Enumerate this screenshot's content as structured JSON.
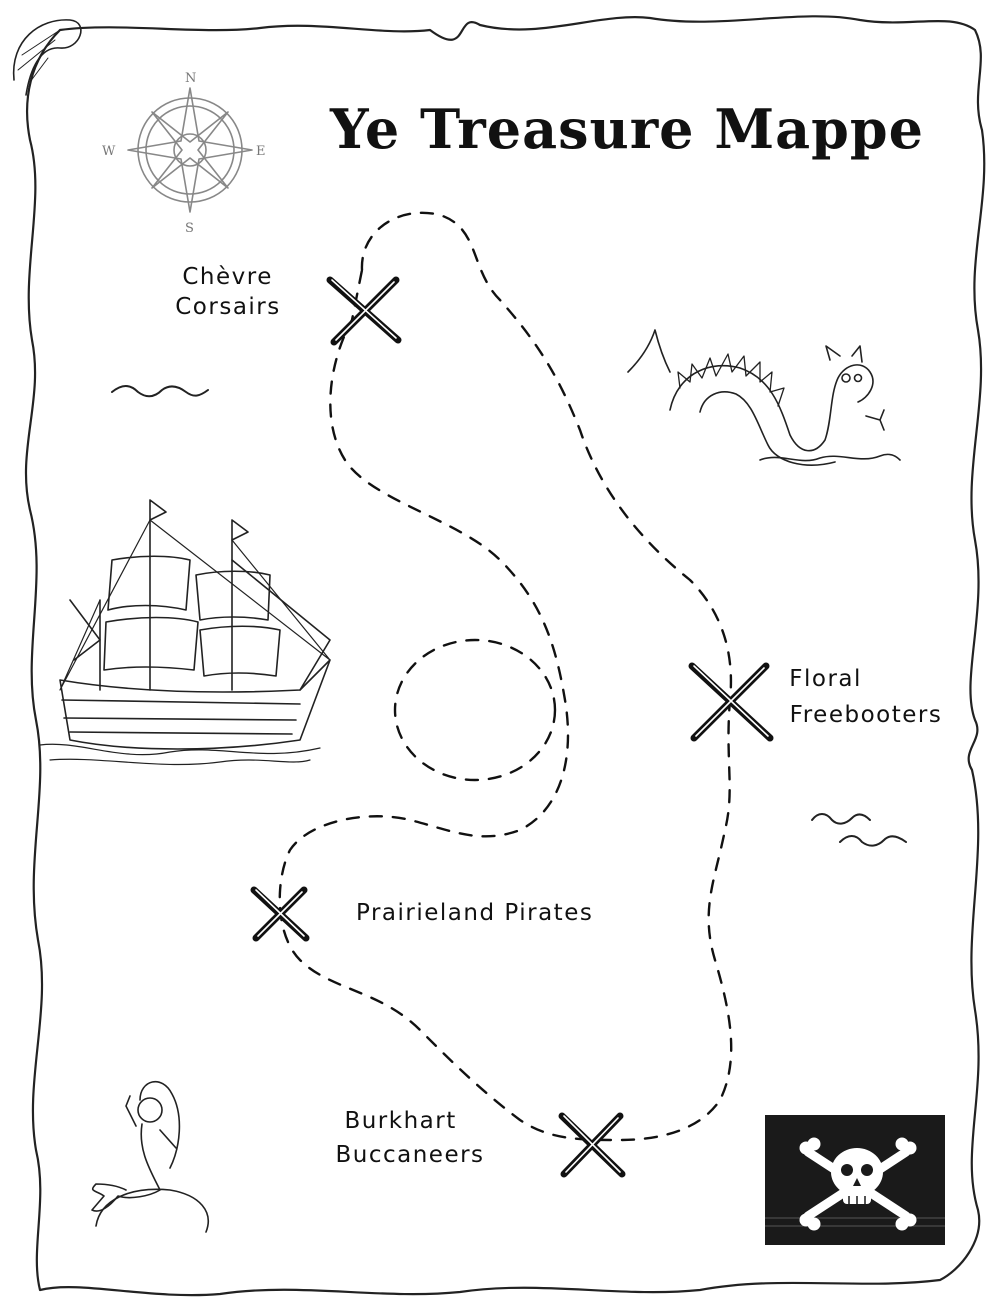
{
  "title": "Ye Treasure Mappe",
  "compass": {
    "n": "N",
    "s": "S",
    "e": "E",
    "w": "W"
  },
  "locations": [
    {
      "id": "chevre",
      "lines": [
        "Chèvre",
        "Corsairs"
      ]
    },
    {
      "id": "floral",
      "lines": [
        "Floral",
        "Freebooters"
      ]
    },
    {
      "id": "prairieland",
      "lines": [
        "Prairieland Pirates"
      ]
    },
    {
      "id": "burkhart",
      "lines": [
        "Burkhart",
        "Buccaneers"
      ]
    }
  ],
  "icons": {
    "compass": "compass-rose-icon",
    "ship": "galleon-ship-icon",
    "sea_serpent": "sea-serpent-icon",
    "mermaid": "mermaid-icon",
    "flag": "jolly-roger-flag-icon",
    "waves": "wave-icon",
    "marker": "x-marks-the-spot-icon"
  },
  "colors": {
    "ink": "#111111",
    "paper": "#ffffff",
    "flag": "#1a1a1a"
  }
}
